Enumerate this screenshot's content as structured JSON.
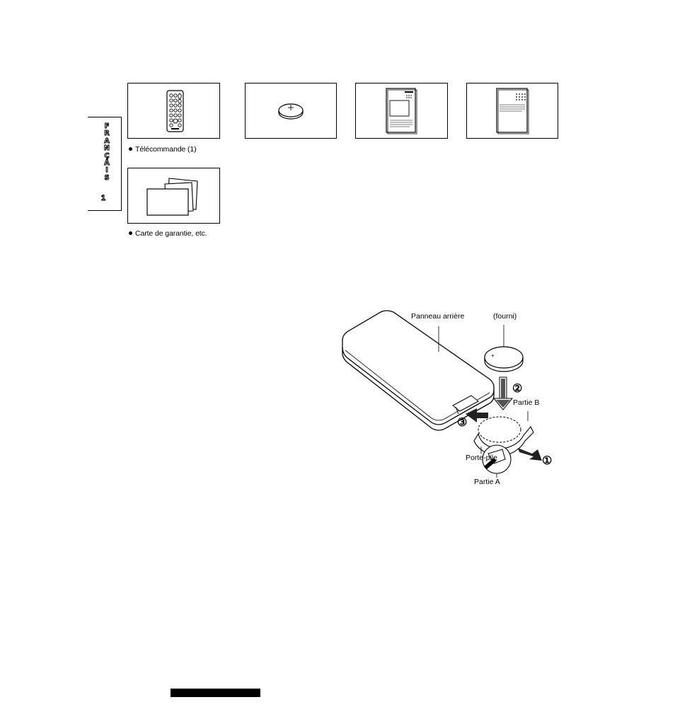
{
  "side_tab": {
    "language_letters": [
      "F",
      "R",
      "A",
      "N",
      "Ç",
      "A",
      "I",
      "S"
    ],
    "page_number": "1"
  },
  "accessories": {
    "remote_caption": "Télécommande (1)",
    "warranty_caption": "Carte de garantie, etc."
  },
  "battery_diagram": {
    "rear_panel_label": "Panneau arrière",
    "supplied_label": "(fourni)",
    "part_b_label": "Partie B",
    "holder_label": "Porte-pile",
    "part_a_label": "Partie A",
    "step_1": "①",
    "step_2": "②",
    "step_3": "③"
  }
}
